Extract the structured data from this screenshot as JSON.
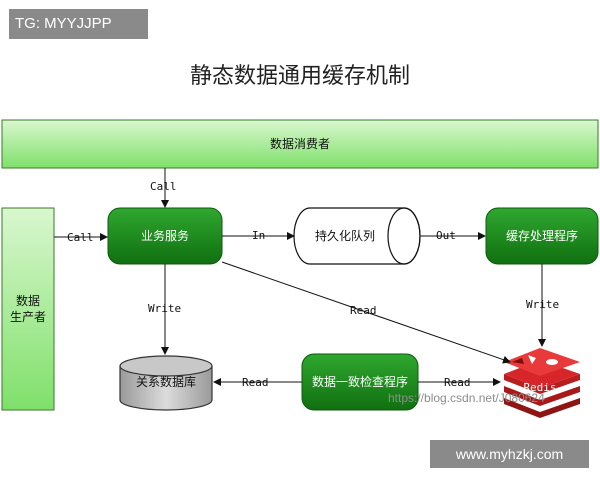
{
  "tag": "TG: MYYJJPP",
  "title": "静态数据通用缓存机制",
  "footer_site": "www.myhzkj.com",
  "watermark": "https://blog.csdn.net/J080624",
  "colors": {
    "green_dark": "#1a8c1a",
    "green_light": "#aef0a0",
    "redis_red": "#d8252a"
  },
  "nodes": {
    "consumer": "数据消费者",
    "producer_line1": "数据",
    "producer_line2": "生产者",
    "business": "业务服务",
    "queue": "持久化队列",
    "cache_proc": "缓存处理程序",
    "db": "关系数据库",
    "consistency": "数据一致检查程序",
    "redis": "Redis"
  },
  "edges": {
    "consumer_call": "Call",
    "producer_call": "Call",
    "in": "In",
    "out": "Out",
    "write_db": "Write",
    "write_redis": "Write",
    "read_business": "Read",
    "read_db": "Read",
    "read_redis": "Read"
  }
}
